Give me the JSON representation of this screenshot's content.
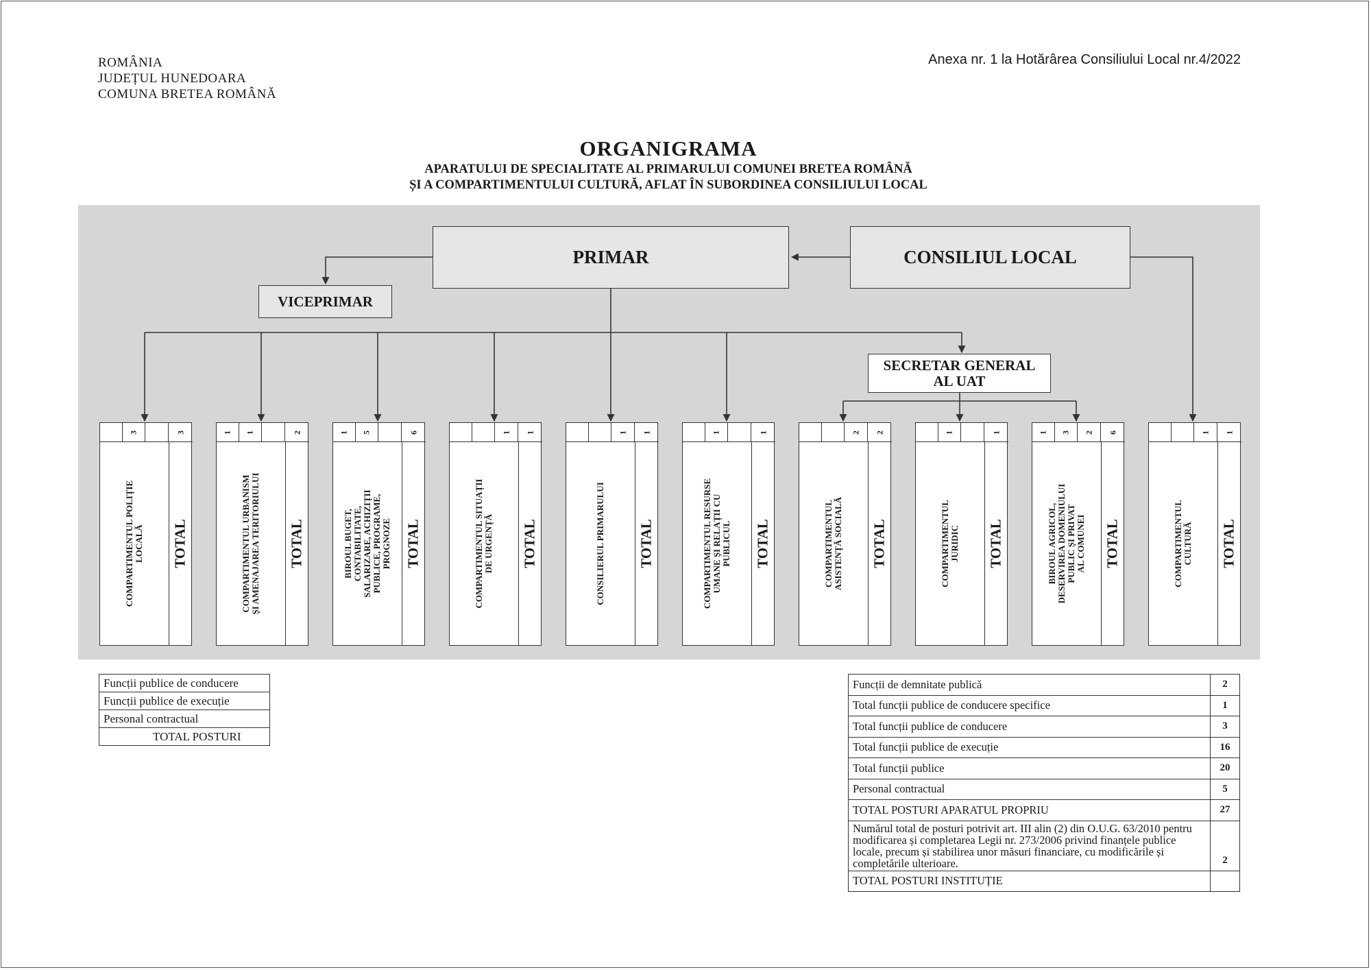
{
  "header": {
    "country": "ROMÂNIA",
    "county": "JUDEȚUL HUNEDOARA",
    "commune": "COMUNA BRETEA ROMÂNĂ",
    "annex": "Anexa nr. 1 la Hotărârea Consiliului Local nr.4/2022"
  },
  "title": {
    "main": "ORGANIGRAMA",
    "line1": "APARATULUI DE SPECIALITATE AL PRIMARULUI COMUNEI BRETEA ROMÂNĂ",
    "line2": "ȘI A COMPARTIMENTULUI CULTURĂ, AFLAT ÎN SUBORDINEA CONSILIULUI LOCAL"
  },
  "nodes": {
    "primar": "PRIMAR",
    "consiliu": "CONSILIUL LOCAL",
    "viceprimar": "VICEPRIMAR",
    "secretar_line1": "SECRETAR GENERAL",
    "secretar_line2": "AL UAT"
  },
  "total_label": "TOTAL",
  "departments": [
    {
      "name": [
        "COMPARTIMENTUL POLIȚIE",
        "LOCALĂ"
      ],
      "cells": [
        "",
        "3",
        ""
      ],
      "total": "3"
    },
    {
      "name": [
        "COMPARTIMENTUL URBANISM",
        "ȘI AMENAJAREA TERITORIULUI"
      ],
      "cells": [
        "1",
        "1",
        ""
      ],
      "total": "2"
    },
    {
      "name": [
        "BIROUL BUGET,",
        "CONTABILITATE,",
        "SALARIZARE, ACHIZIȚII",
        "PUBLICE, PROGRAME,",
        "PROGNOZE"
      ],
      "cells": [
        "1",
        "5",
        ""
      ],
      "total": "6"
    },
    {
      "name": [
        "COMPARTIMENTUL SITUAȚII",
        "DE URGENȚĂ"
      ],
      "cells": [
        "",
        "",
        "1"
      ],
      "total": "1"
    },
    {
      "name": [
        "CONSILIERUL PRIMARULUI"
      ],
      "cells": [
        "",
        "",
        "1"
      ],
      "total": "1"
    },
    {
      "name": [
        "COMPARTIMENTUL RESURSE",
        "UMANE ȘI RELAȚII CU",
        "PUBLICUL"
      ],
      "cells": [
        "",
        "1",
        ""
      ],
      "total": "1"
    },
    {
      "name": [
        "COMPARTIMENTUL",
        "ASISTENȚĂ SOCIALĂ"
      ],
      "cells": [
        "",
        "",
        "2"
      ],
      "total": "2"
    },
    {
      "name": [
        "COMPARTIMENTUL",
        "JURIDIC"
      ],
      "cells": [
        "",
        "1",
        ""
      ],
      "total": "1"
    },
    {
      "name": [
        "BIROUL AGRICOL,",
        "DESERVIREA DOMENIULUI",
        "PUBLIC ȘI PRIVAT",
        "AL COMUNEI"
      ],
      "cells": [
        "1",
        "3",
        "2"
      ],
      "total": "6"
    },
    {
      "name": [
        "COMPARTIMENTUL",
        "CULTURĂ"
      ],
      "cells": [
        "",
        "",
        "1"
      ],
      "total": "1"
    }
  ],
  "legend": {
    "row1": "Funcții publice de conducere",
    "row2": "Funcții publice de execuție",
    "row3": "Personal contractual",
    "row4": "TOTAL POSTURI"
  },
  "stats": [
    {
      "label": "Funcții de demnitate publică",
      "value": "2"
    },
    {
      "label": "Total funcții publice de conducere specifice",
      "value": "1"
    },
    {
      "label": "Total funcții publice de conducere",
      "value": "3"
    },
    {
      "label": "Total funcții publice de execuție",
      "value": "16"
    },
    {
      "label": "Total funcții publice",
      "value": "20"
    },
    {
      "label": "Personal contractual",
      "value": "5"
    },
    {
      "label": "TOTAL POSTURI APARATUL PROPRIU",
      "value": "27"
    },
    {
      "label": "Numărul total de posturi potrivit art. III alin (2) din O.U.G. 63/2010 pentru modificarea și completarea Legii nr. 273/2006 privind finanțele publice locale, precum și stabilirea unor măsuri financiare, cu modificările și completările ulterioare.",
      "value": "2"
    },
    {
      "label": "TOTAL POSTURI INSTITUȚIE",
      "value": ""
    }
  ]
}
